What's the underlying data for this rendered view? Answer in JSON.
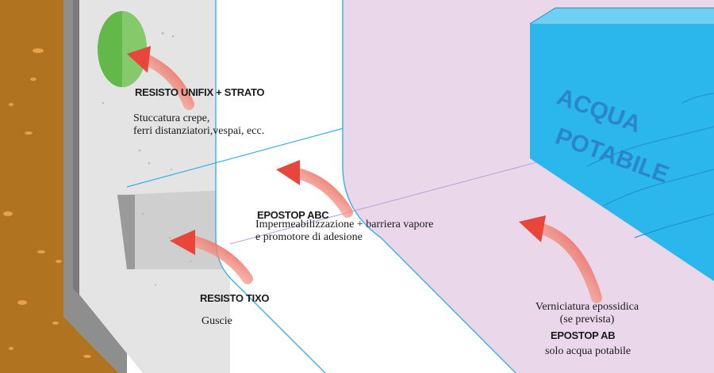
{
  "colors": {
    "soil": "#b07420",
    "soil_dots": "#e8a04a",
    "wall_outer": "#8e8e8e",
    "wall_face": "#e6e6e6",
    "patch_green": "#62b848",
    "membrane": "#ffffff",
    "paint_layer": "#ead7ea",
    "water": "#2bb6ec",
    "arrow": "#e8463a",
    "line_blue": "#35b3e6"
  },
  "layers": {
    "unifix": {
      "title": "RESISTO UNIFIX + STRATO",
      "lines": [
        "Stuccatura crepe,",
        "ferri distanziatori,vespai, ecc."
      ]
    },
    "epostop_abc": {
      "title": "EPOSTOP ABC",
      "lines": [
        "Impermeabilizzazione + barriera vapore",
        "e promotore di adesione"
      ]
    },
    "tixo": {
      "title": "RESISTO TIXO",
      "lines": [
        "Guscie"
      ]
    },
    "epostop_ab": {
      "pre_lines": [
        "Verniciatura epossidica",
        "(se prevista)"
      ],
      "title": "EPOSTOP AB",
      "lines": [
        "solo acqua potabile"
      ]
    }
  },
  "water": {
    "label_line1": "ACQUA",
    "label_line2": "POTABILE"
  }
}
